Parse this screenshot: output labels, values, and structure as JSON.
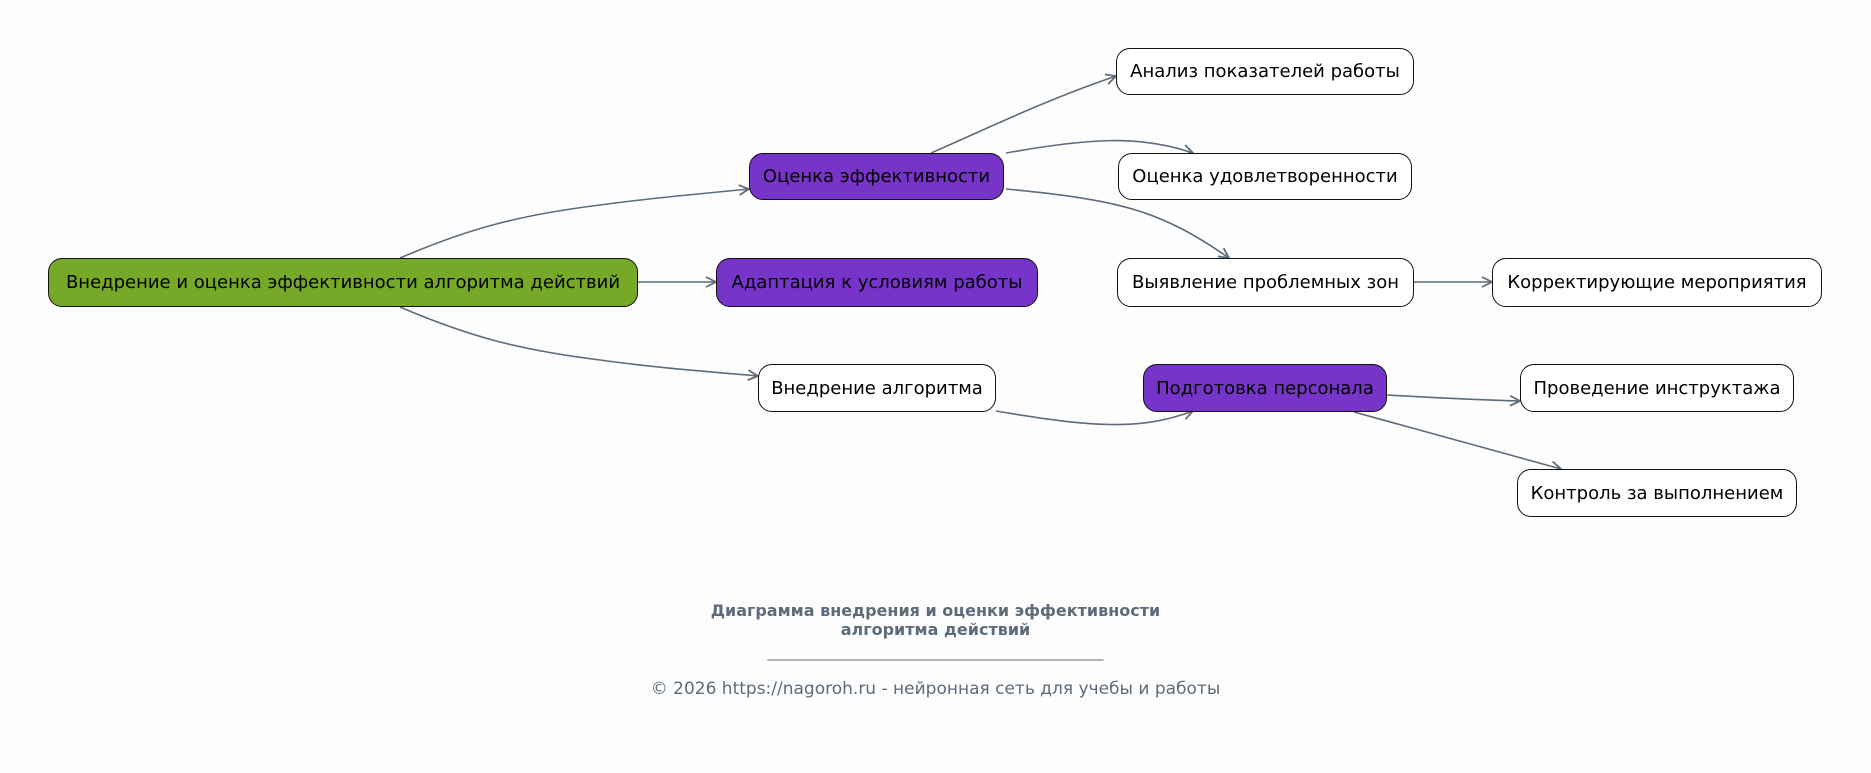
{
  "colors": {
    "edge": "#5d6b7b",
    "root": "#76a928",
    "primary": "#7734c8",
    "leaf": "#ffffff"
  },
  "nodes": {
    "root": "Внедрение и оценка эффективности алгоритма действий",
    "evaluation": "Оценка эффективности",
    "adaptation": "Адаптация к условиям работы",
    "implementation": "Внедрение алгоритма",
    "analysis": "Анализ показателей работы",
    "satisfaction": "Оценка удовлетворенности",
    "problems": "Выявление проблемных зон",
    "corrective": "Корректирующие мероприятия",
    "training": "Подготовка персонала",
    "briefing": "Проведение инструктажа",
    "control": "Контроль за выполнением"
  },
  "footer": {
    "title_line1": "Диаграмма внедрения и оценки эффективности",
    "title_line2": "алгоритма действий",
    "rule": "________________________________________________",
    "copyright": "© 2026 https://nagoroh.ru - нейронная сеть для учебы и работы"
  }
}
